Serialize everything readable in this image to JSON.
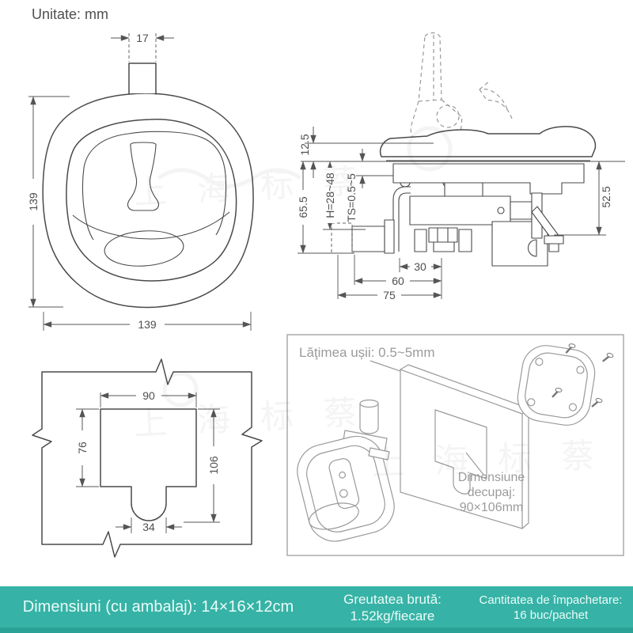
{
  "unit_label": "Unitate: mm",
  "watermark_text": "上海标蔡",
  "front_view": {
    "tab_width": "17",
    "height": "139",
    "width": "139"
  },
  "side_view": {
    "lid_height": "12.5",
    "overall_height": "65.5",
    "handle_range": "H=28~48",
    "panel_thickness": "TS=0.5~5",
    "body_depth": "52.5",
    "dim30": "30",
    "dim60": "60",
    "dim75": "75"
  },
  "cutout_view": {
    "width": "90",
    "upper_height": "76",
    "total_height": "106",
    "notch_width": "34"
  },
  "install_view": {
    "door_thickness_label": "Lăţimea ușii: 0.5~5mm",
    "cutout_label_line1": "Dimensiune",
    "cutout_label_line2": "decupaj:",
    "cutout_label_line3": "90×106mm"
  },
  "footer": {
    "package_dimensions": "Dimensiuni (cu ambalaj): 14×16×12cm",
    "gross_weight_line1": "Greutatea brută:",
    "gross_weight_line2": "1.52kg/fiecare",
    "pack_quantity_line1": "Cantitatea de împachetare:",
    "pack_quantity_line2": "16 buc/pachet"
  },
  "colors": {
    "line": "#4a4a4a",
    "dimension": "#555555",
    "gray_label": "#9b9b9b",
    "teal": "#36b3a6",
    "teal_dark": "#2aa295",
    "footer_text": "#ecfbf9"
  }
}
